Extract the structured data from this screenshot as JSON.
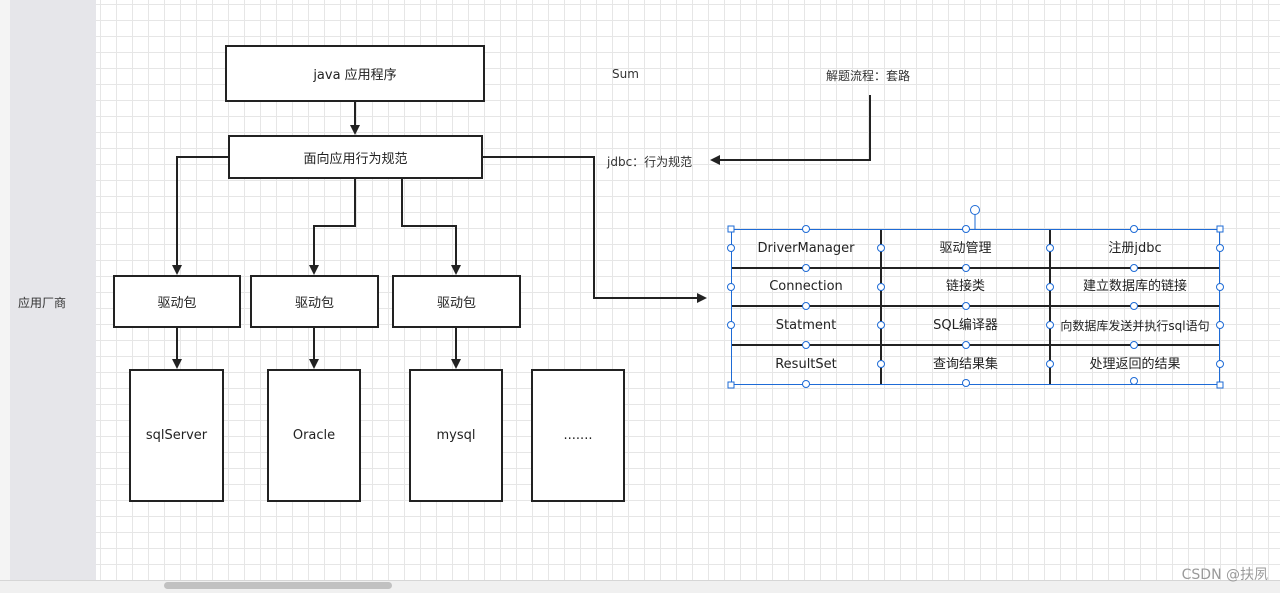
{
  "swimlane": {
    "label": "应用厂商"
  },
  "boxes": {
    "java_app": "java 应用程序",
    "spec": "面向应用行为规范",
    "driver1": "驱动包",
    "driver2": "驱动包",
    "driver3": "驱动包",
    "db1": "sqlServer",
    "db2": "Oracle",
    "db3": "mysql",
    "db4": "......."
  },
  "labels": {
    "sum": "Sum",
    "process": "解题流程：套路",
    "jdbc": "jdbc：行为规范"
  },
  "table": {
    "rows": [
      [
        "DriverManager",
        "驱动管理",
        "注册jdbc"
      ],
      [
        "Connection",
        "链接类",
        "建立数据库的链接"
      ],
      [
        "Statment",
        "SQL编译器",
        "向数据库发送并执行sql语句"
      ],
      [
        "ResultSet",
        "查询结果集",
        "处理返回的结果"
      ]
    ]
  },
  "watermark": "CSDN @扶夙",
  "colors": {
    "box_border": "#222222",
    "selection": "#1e6bd6",
    "handle_fill": "#ffffff",
    "lane": "#e6e6ea",
    "grid": "#e6e6e6"
  }
}
